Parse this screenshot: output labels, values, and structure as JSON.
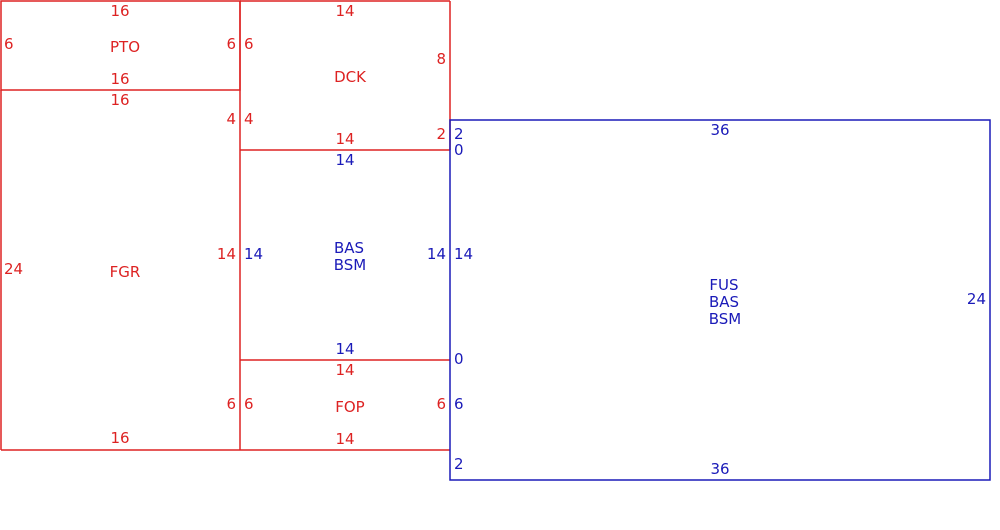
{
  "colors": {
    "red": "#dd2222",
    "blue": "#1a1ab8"
  },
  "boxes": {
    "pto": {
      "lines": [
        "PTO"
      ],
      "top": "16",
      "left": "6",
      "right": "6",
      "bottom": "16"
    },
    "dck": {
      "lines": [
        "DCK"
      ],
      "top": "14",
      "left": "6",
      "left_lower": "4",
      "right": "8",
      "right_lower": "2",
      "bottom": "14"
    },
    "fgr": {
      "lines": [
        "FGR"
      ],
      "top": "16",
      "left": "24",
      "right_top": "4",
      "right_mid": "14",
      "right_bottom": "6",
      "bottom": "16"
    },
    "bas_bsm": {
      "lines": [
        "BAS",
        "BSM"
      ],
      "top": "14",
      "left": "14",
      "right": "14",
      "bottom": "14"
    },
    "fop": {
      "lines": [
        "FOP"
      ],
      "top": "14",
      "left": "6",
      "right": "6",
      "bottom": "14"
    },
    "fus": {
      "lines": [
        "FUS",
        "BAS",
        "BSM"
      ],
      "top": "36",
      "left_top": "2",
      "left_upper": "0",
      "left_mid": "14",
      "left_lower": "0",
      "left_fop": "6",
      "left_bottom": "2",
      "right": "24",
      "bottom": "36"
    }
  }
}
